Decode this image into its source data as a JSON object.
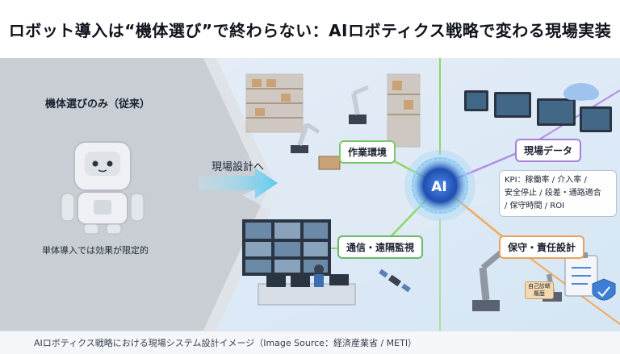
{
  "header": {
    "title": "ロボット導入は“機体選び”で終わらない：AIロボティクス戦略で変わる現場実装"
  },
  "left_panel": {
    "heading": "機体選びのみ（従来）",
    "caption": "単体導入では効果が限定的"
  },
  "transition_arrow": {
    "label": "現場設計へ"
  },
  "hub": {
    "label": "AI"
  },
  "nodes": {
    "work_env": "作業環境",
    "field_data": "現場データ",
    "comm_monitor": "通信・遠隔監視",
    "safety_design": "保守・責任設計"
  },
  "kpi": {
    "lines": [
      "KPI：稼働率 / 介入率 /",
      "安全停止 / 段差・通路適合",
      "/ 保守時間 / ROI"
    ]
  },
  "diagnosis_stamp": {
    "label": "自己診断\n履歴"
  },
  "footer": {
    "caption": "AIロボティクス戦略における現場システム設計イメージ（Image Source：経済産業省 / METI）"
  },
  "colors": {
    "left_bg": "#c7ccd3",
    "arrow": "#7fd6f0",
    "green_line": "#8ed66a",
    "purple_line": "#b48be6",
    "orange_line": "#f1a95a",
    "ai_core": "#1f4fb0"
  },
  "icons": [
    "robot-icon",
    "shelf-icon",
    "robot-arm-icon",
    "monitor-icon",
    "cloud-icon",
    "satellite-icon",
    "clipboard-icon",
    "shield-icon"
  ]
}
